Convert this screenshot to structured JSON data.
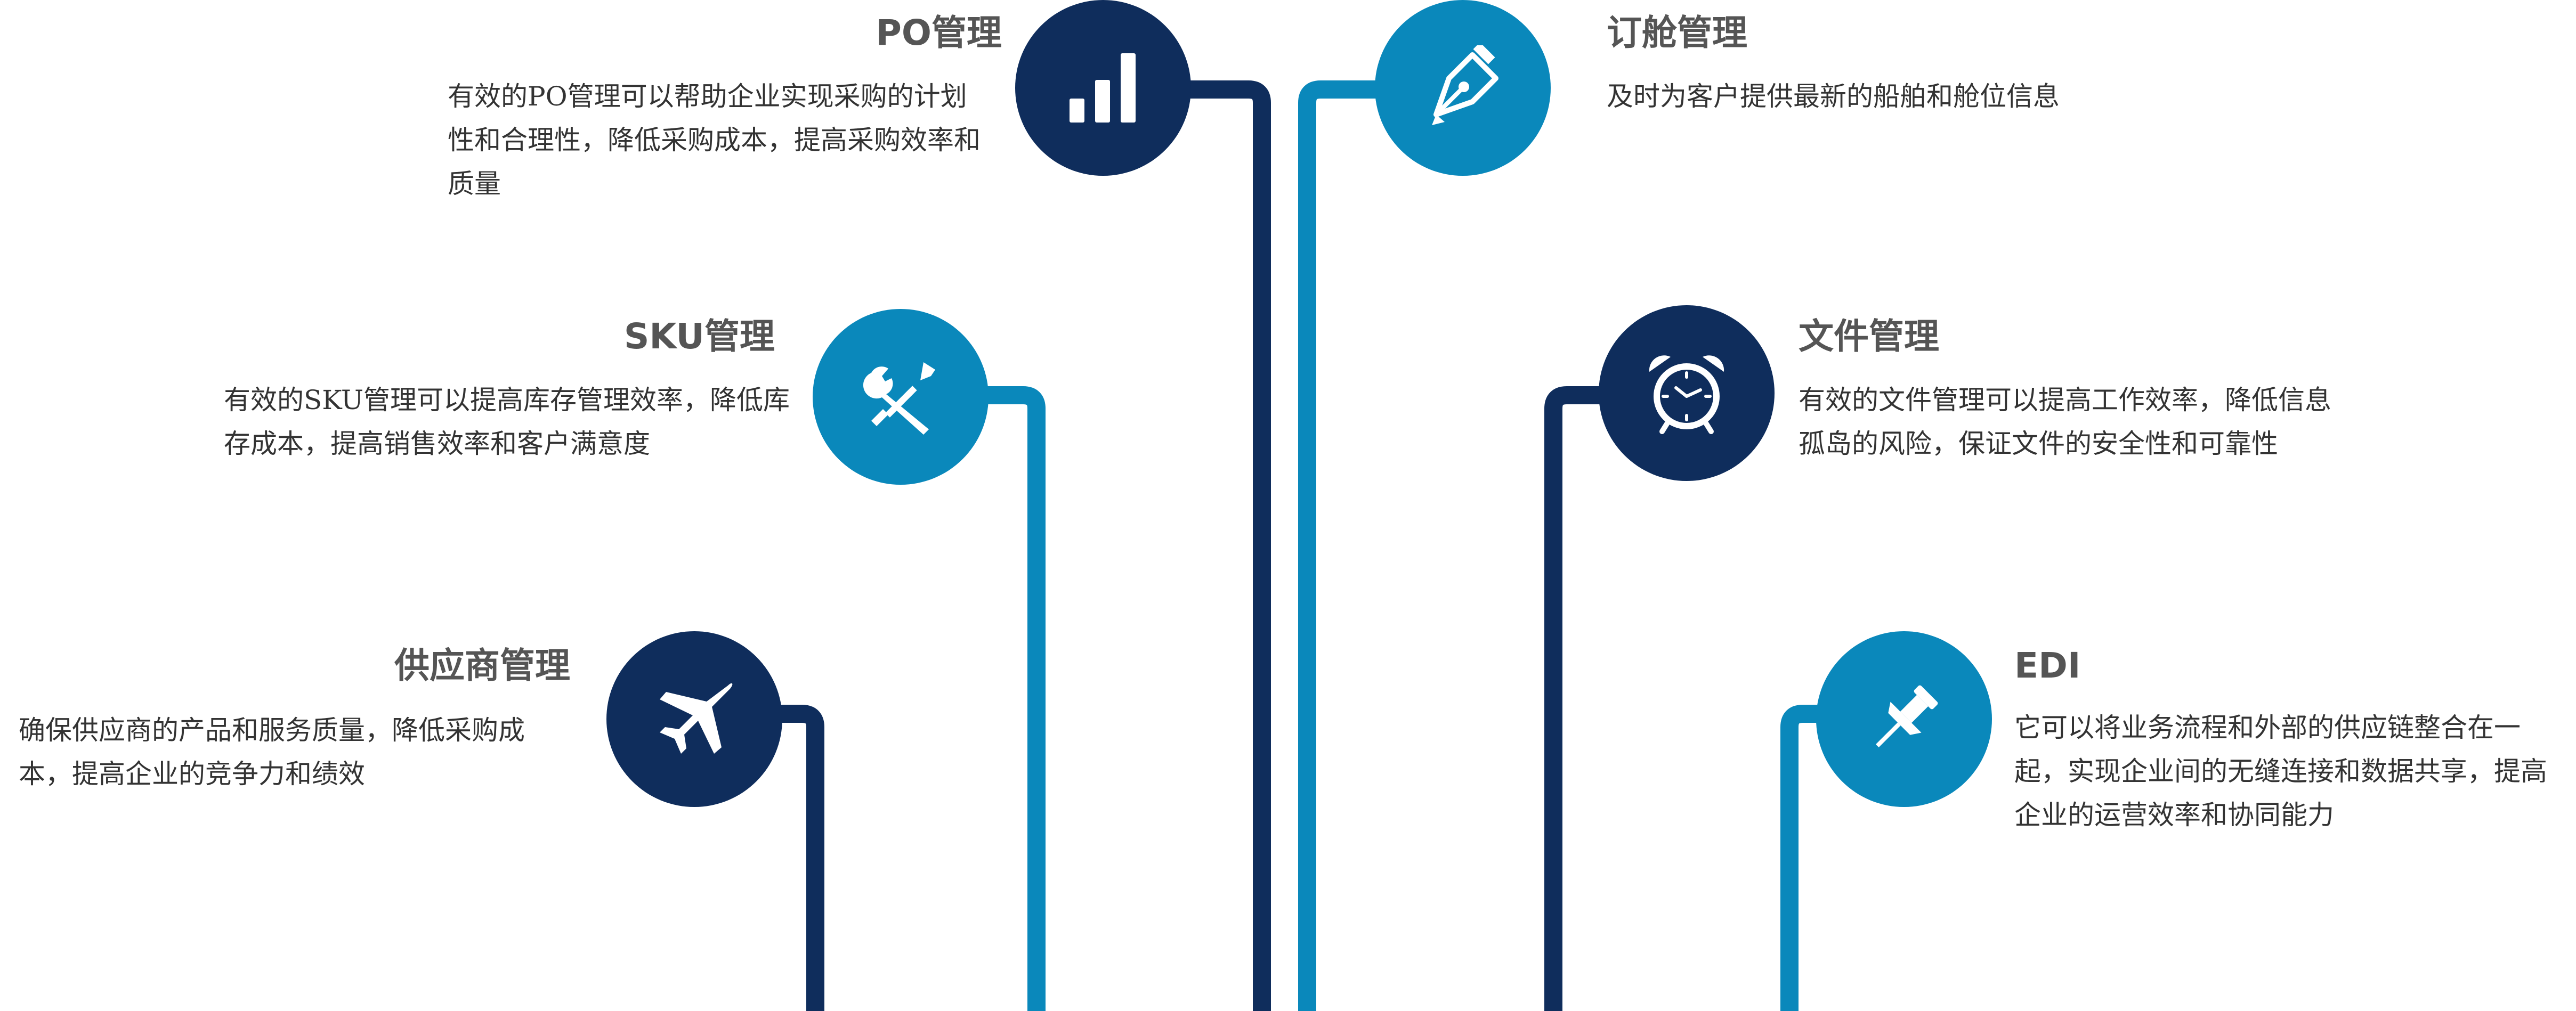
{
  "colors": {
    "dark_navy": "#0f2d5c",
    "light_blue": "#0a88bb",
    "title_text": "#555555",
    "body_text": "#333333"
  },
  "features": [
    {
      "id": "po",
      "title": "PO管理",
      "description": "有效的PO管理可以帮助企业实现采购的计划性和合理性，降低采购成本，提高采购效率和质量",
      "icon": "bar-chart-icon",
      "color": "#0f2d5c"
    },
    {
      "id": "sku",
      "title": "SKU管理",
      "description": "有效的SKU管理可以提高库存管理效率，降低库存成本，提高销售效率和客户满意度",
      "icon": "tools-icon",
      "color": "#0a88bb"
    },
    {
      "id": "supplier",
      "title": "供应商管理",
      "description": "确保供应商的产品和服务质量，降低采购成本，提高企业的竞争力和绩效",
      "icon": "airplane-icon",
      "color": "#0f2d5c"
    },
    {
      "id": "booking",
      "title": "订舱管理",
      "description": "及时为客户提供最新的船舶和舱位信息",
      "icon": "pen-nib-icon",
      "color": "#0a88bb"
    },
    {
      "id": "file",
      "title": "文件管理",
      "description": "有效的文件管理可以提高工作效率，降低信息孤岛的风险，保证文件的安全性和可靠性",
      "icon": "alarm-clock-icon",
      "color": "#0f2d5c"
    },
    {
      "id": "edi",
      "title": "EDI",
      "description": "它可以将业务流程和外部的供应链整合在一起，实现企业间的无缝连接和数据共享，提高企业的运营效率和协同能力",
      "icon": "push-pin-icon",
      "color": "#0a88bb"
    }
  ]
}
